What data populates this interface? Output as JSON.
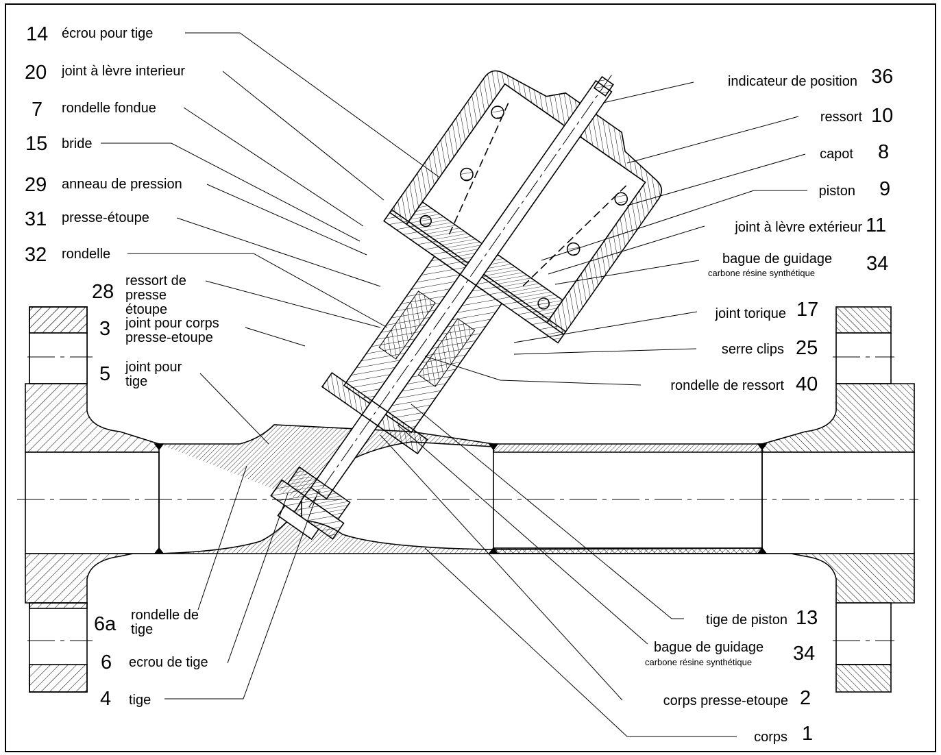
{
  "labels_left": [
    {
      "id": "14",
      "text": "écrou pour tige"
    },
    {
      "id": "20",
      "text": "joint à lèvre interieur"
    },
    {
      "id": "7",
      "text": "rondelle fondue"
    },
    {
      "id": "15",
      "text": "bride"
    },
    {
      "id": "29",
      "text": "anneau de pression"
    },
    {
      "id": "31",
      "text": "presse-étoupe"
    },
    {
      "id": "32",
      "text": "rondelle"
    },
    {
      "id": "28",
      "text": "ressort de presse étoupe"
    },
    {
      "id": "3",
      "text": "joint pour corps presse-etoupe"
    },
    {
      "id": "5",
      "text": "joint pour tige"
    },
    {
      "id": "6a",
      "text": "rondelle de tige"
    },
    {
      "id": "6",
      "text": "ecrou de tige"
    },
    {
      "id": "4",
      "text": "tige"
    }
  ],
  "labels_right": [
    {
      "id": "36",
      "text": "indicateur de position"
    },
    {
      "id": "10",
      "text": "ressort"
    },
    {
      "id": "8",
      "text": "capot"
    },
    {
      "id": "9",
      "text": "piston"
    },
    {
      "id": "11",
      "text": "joint à lèvre extérieur"
    },
    {
      "id": "34",
      "text": "bague de guidage",
      "sub": "carbone résine synthétique"
    },
    {
      "id": "17",
      "text": "joint torique"
    },
    {
      "id": "25",
      "text": "serre clips"
    },
    {
      "id": "40",
      "text": "rondelle de ressort"
    },
    {
      "id": "13",
      "text": "tige de piston"
    },
    {
      "id": "34",
      "text": "bague de guidage",
      "sub": "carbone résine synthétique"
    },
    {
      "id": "2",
      "text": "corps presse-etoupe"
    },
    {
      "id": "1",
      "text": "corps"
    }
  ]
}
